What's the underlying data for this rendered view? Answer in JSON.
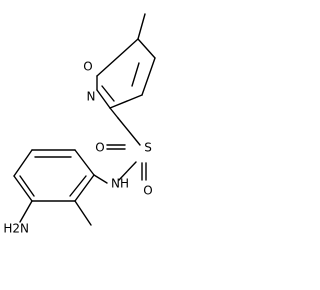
{
  "molecule": {
    "atoms": {
      "O": "O",
      "N": "N",
      "S": "S",
      "O1": "O",
      "O2": "O",
      "NH": "NH",
      "H2N": "H2N"
    }
  }
}
